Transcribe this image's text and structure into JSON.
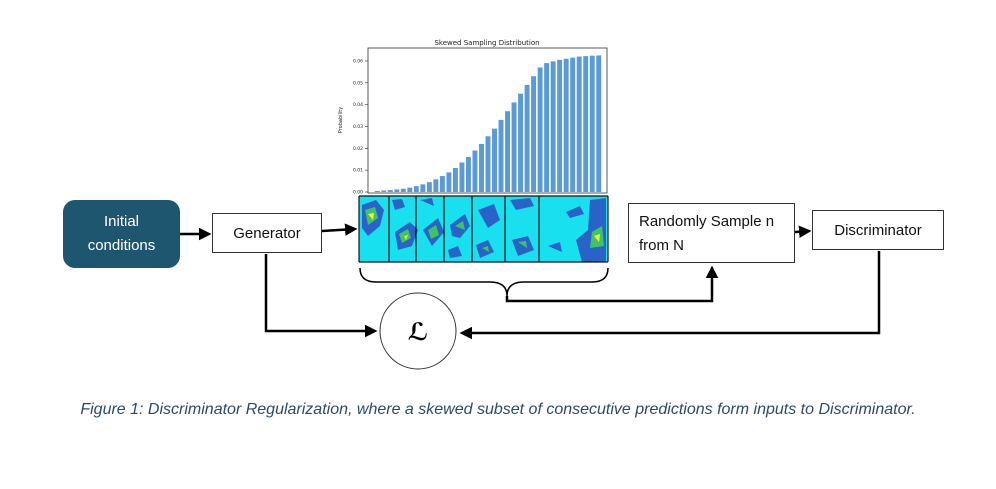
{
  "boxes": {
    "initial_conditions": "Initial conditions",
    "generator": "Generator",
    "random_sample": "Randomly Sample n from N",
    "discriminator": "Discriminator"
  },
  "loss_symbol": "ℒ",
  "caption": "Figure 1: Discriminator Regularization, where a skewed subset of consecutive predictions form inputs to Discriminator.",
  "colors": {
    "initial_box": "#1e566f",
    "bar": "#5b9bd5",
    "caption": "#2d4a6b",
    "map_water": "#19e0ee"
  },
  "chart_data": {
    "type": "bar",
    "title": "Skewed Sampling Distribution",
    "xlabel": "",
    "ylabel": "Probability",
    "ylim": [
      0,
      0.065
    ],
    "yticks": [
      0.0,
      0.01,
      0.02,
      0.03,
      0.04,
      0.05,
      0.06
    ],
    "ytick_labels": [
      "0.00",
      "0.01",
      "0.02",
      "0.03",
      "0.04",
      "0.05",
      "0.06"
    ],
    "values": [
      0.0005,
      0.0007,
      0.0009,
      0.0012,
      0.0015,
      0.002,
      0.0027,
      0.0035,
      0.0045,
      0.0058,
      0.0073,
      0.009,
      0.011,
      0.0135,
      0.016,
      0.019,
      0.022,
      0.0255,
      0.029,
      0.033,
      0.037,
      0.041,
      0.045,
      0.049,
      0.053,
      0.057,
      0.059,
      0.0598,
      0.0605,
      0.061,
      0.0615,
      0.062,
      0.0622,
      0.0624,
      0.0625
    ]
  }
}
